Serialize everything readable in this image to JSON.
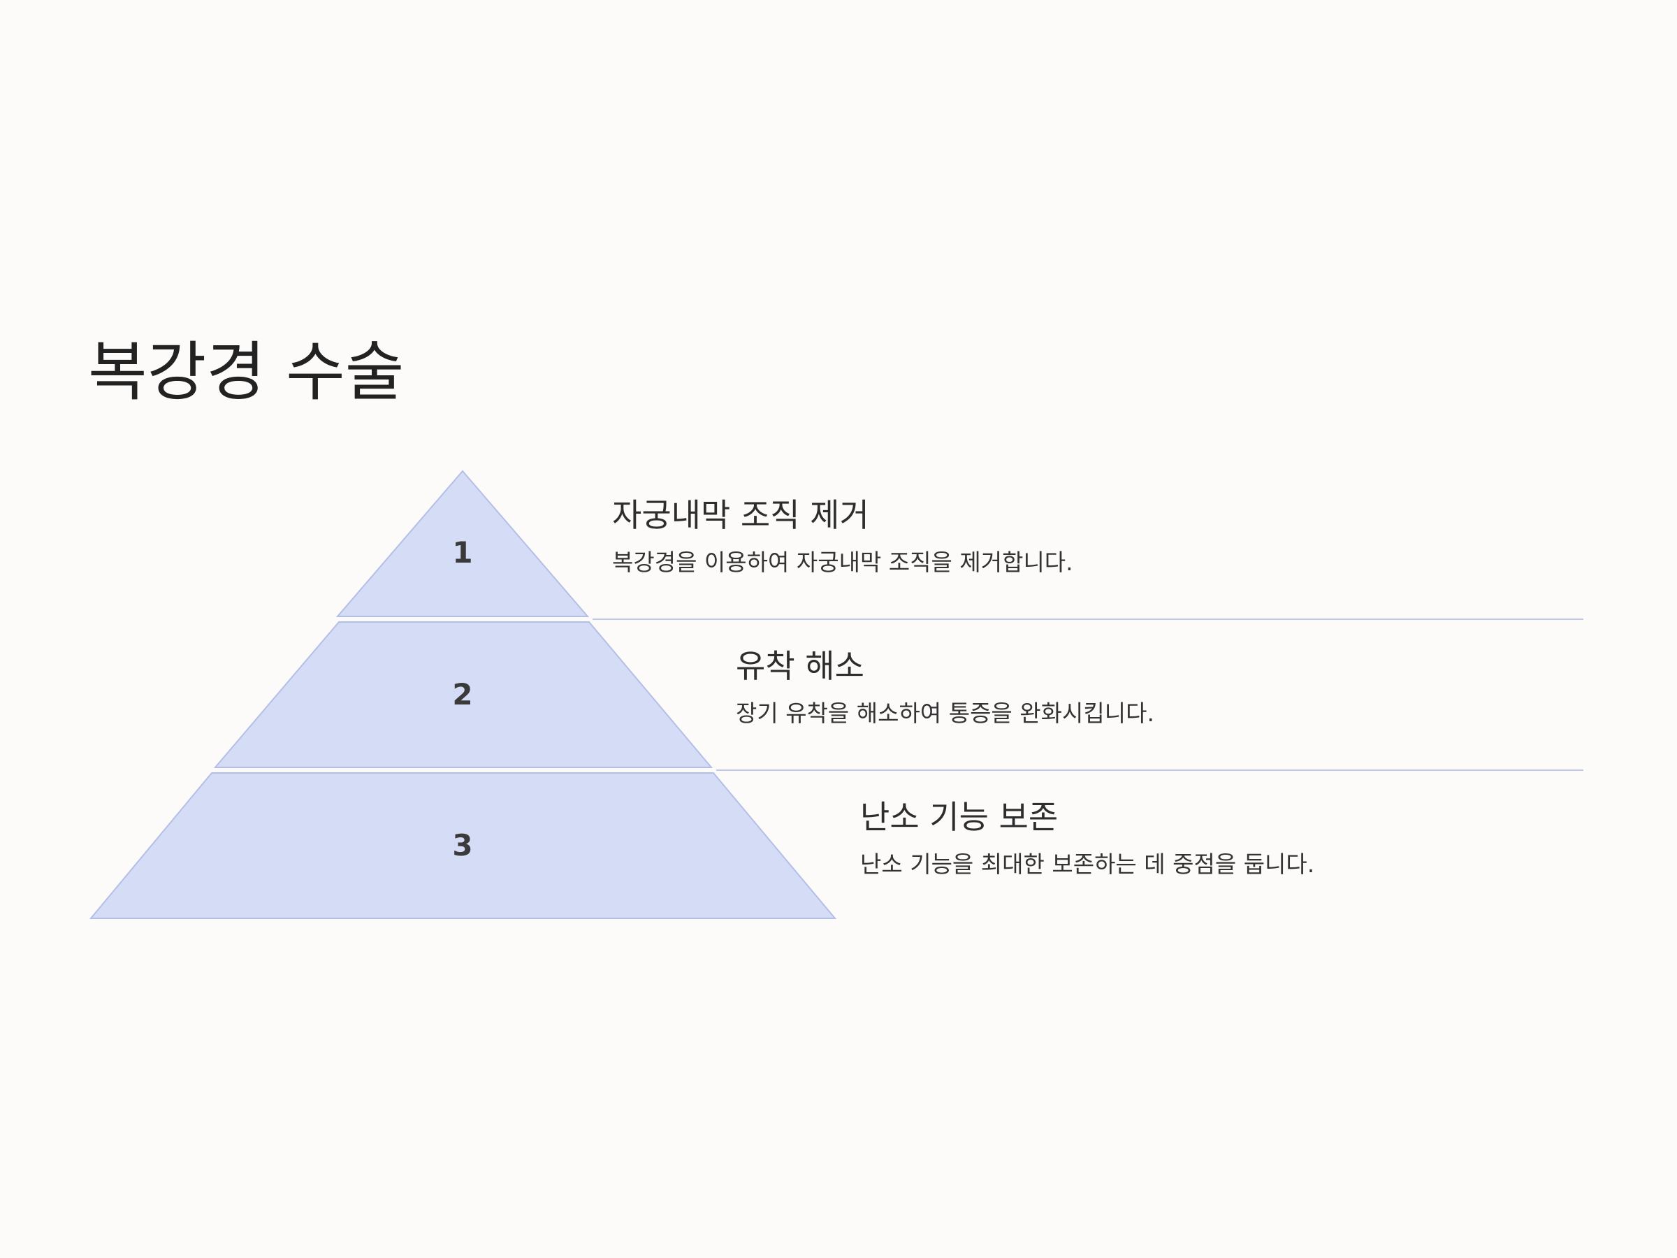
{
  "title": "복강경 수술",
  "colors": {
    "tier_fill": "#d4ddf5",
    "tier_stroke": "#b3bfe6",
    "background": "#fdfbfa"
  },
  "levels": [
    {
      "number": "1",
      "title": "자궁내막 조직 제거",
      "description": "복강경을 이용하여 자궁내막 조직을 제거합니다."
    },
    {
      "number": "2",
      "title": "유착 해소",
      "description": "장기 유착을 해소하여 통증을 완화시킵니다."
    },
    {
      "number": "3",
      "title": "난소 기능 보존",
      "description": "난소 기능을 최대한 보존하는 데 중점을 둡니다."
    }
  ]
}
